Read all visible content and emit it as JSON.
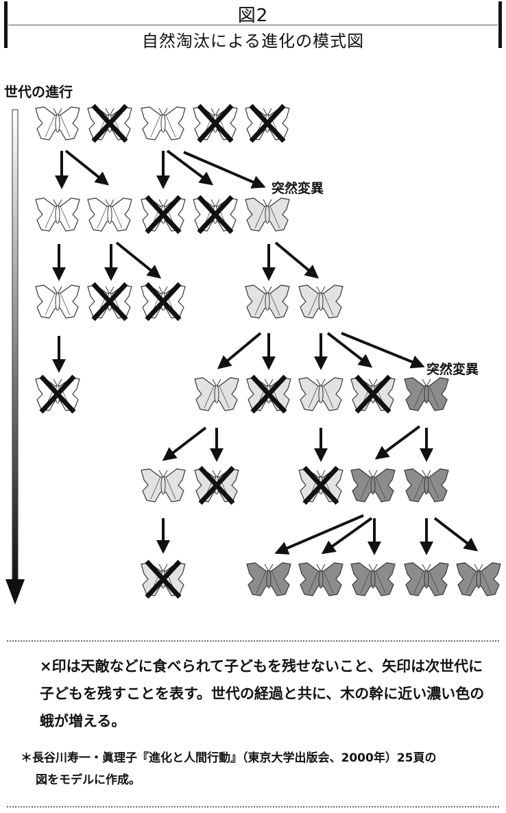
{
  "figure": {
    "number": "図2",
    "title": "自然淘汰による進化の模式図"
  },
  "axis_label": "世代の進行",
  "mutation_labels": [
    "突然変異",
    "突然変異"
  ],
  "colors": {
    "white_moth": "#ffffff",
    "light_moth": "#e2e2e2",
    "dark_moth": "#8c8c8c",
    "arrow": "#111111",
    "cross": "#111111",
    "gradient_top": "#ffffff",
    "gradient_bottom": "#111111"
  },
  "generations": [
    {
      "moths": [
        {
          "color": "white",
          "eliminated": false
        },
        {
          "color": "white",
          "eliminated": true
        },
        {
          "color": "white",
          "eliminated": false
        },
        {
          "color": "white",
          "eliminated": true
        },
        {
          "color": "white",
          "eliminated": true
        }
      ]
    },
    {
      "moths": [
        {
          "color": "white",
          "eliminated": false
        },
        {
          "color": "white",
          "eliminated": false
        },
        {
          "color": "white",
          "eliminated": true
        },
        {
          "color": "white",
          "eliminated": true
        },
        {
          "color": "light",
          "eliminated": false,
          "mutation": true
        }
      ]
    },
    {
      "moths": [
        {
          "color": "white",
          "eliminated": false
        },
        {
          "color": "white",
          "eliminated": true
        },
        {
          "color": "white",
          "eliminated": true
        },
        {
          "color": "light",
          "eliminated": false
        },
        {
          "color": "light",
          "eliminated": false
        }
      ]
    },
    {
      "moths": [
        {
          "color": "white",
          "eliminated": true
        },
        {
          "color": "light",
          "eliminated": false
        },
        {
          "color": "light",
          "eliminated": true
        },
        {
          "color": "light",
          "eliminated": false
        },
        {
          "color": "light",
          "eliminated": true
        },
        {
          "color": "dark",
          "eliminated": false,
          "mutation": true
        }
      ]
    },
    {
      "moths": [
        {
          "color": "light",
          "eliminated": false
        },
        {
          "color": "light",
          "eliminated": true
        },
        {
          "color": "light",
          "eliminated": true
        },
        {
          "color": "dark",
          "eliminated": false
        },
        {
          "color": "dark",
          "eliminated": false
        }
      ]
    },
    {
      "moths": [
        {
          "color": "light",
          "eliminated": true
        },
        {
          "color": "dark",
          "eliminated": false
        },
        {
          "color": "dark",
          "eliminated": false
        },
        {
          "color": "dark",
          "eliminated": false
        },
        {
          "color": "dark",
          "eliminated": false
        },
        {
          "color": "dark",
          "eliminated": false
        }
      ]
    }
  ],
  "caption": "×印は天敵などに食べられて子どもを残せないこと、矢印は次世代に子どもを残すことを表す。世代の経過と共に、木の幹に近い濃い色の蛾が増える。",
  "note": {
    "line1": "＊長谷川寿一・眞理子『進化と人間行動』（東京大学出版会、2000年）25頁の",
    "line2": "図をモデルに作成。"
  }
}
